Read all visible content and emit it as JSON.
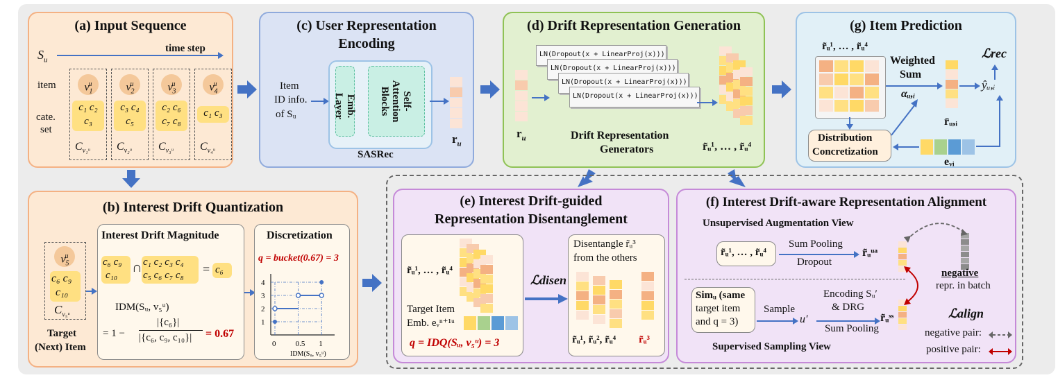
{
  "panels": {
    "a": {
      "title": "(a) Input Sequence",
      "su": "S",
      "su_sub": "u",
      "time_step": "time step",
      "item": "item",
      "cate1": "cate.",
      "cate2": "set",
      "groups": [
        {
          "v": "v",
          "vsup": "u",
          "vsub": "1",
          "cats": [
            "c₁ c₂",
            "c₃"
          ],
          "C": "C",
          "Csub": "v₁ᵘ"
        },
        {
          "v": "v",
          "vsup": "u",
          "vsub": "2",
          "cats": [
            "c₃ c₄",
            "c₅"
          ],
          "C": "C",
          "Csub": "v₂ᵘ"
        },
        {
          "v": "v",
          "vsup": "u",
          "vsub": "3",
          "cats": [
            "c₂ c₆",
            "c₇ c₈"
          ],
          "C": "C",
          "Csub": "v₃ᵘ"
        },
        {
          "v": "v",
          "vsup": "u",
          "vsub": "4",
          "cats": [
            "c₁ c₃"
          ],
          "C": "C",
          "Csub": "v₄ᵘ"
        }
      ]
    },
    "b": {
      "title": "(b) Interest Drift Quantization",
      "target1": "Target",
      "target2": "(Next) Item",
      "v5cats": [
        "c₆ c₉",
        "c₁₀"
      ],
      "C5": "C",
      "C5sub": "v₅ᵘ",
      "idm_title": "Interest Drift Magnitude",
      "set1": [
        "c₆ c₉",
        "c₁₀"
      ],
      "cap": "∩",
      "set2": [
        "c₁ c₂ c₃ c₄",
        "c₅ c₆ c₇ c₈"
      ],
      "eq": "=",
      "result": "c₆",
      "idm_line": "IDM(Sᵤ, v₅ᵘ)",
      "frac_num": "|{c₆}|",
      "frac_den": "|{c₆, c₉, c₁₀}|",
      "eq_prefix": "= 1 −",
      "eq_value": "= 0.67",
      "disc_title": "Discretization",
      "disc_formula": "q = bucket(0.67) = 3",
      "yticks": [
        "1",
        "2",
        "3",
        "4"
      ],
      "xticks": [
        "0",
        "0.5",
        "1"
      ],
      "xlabel": "IDM(Sᵤ, v₅ᵘ)"
    },
    "c": {
      "title1": "(c) User Representation",
      "title2": "Encoding",
      "in1": "Item",
      "in2": "ID info.",
      "in3": "of Sᵤ",
      "emb": "Emb. Layer",
      "sa1": "Self-",
      "sa2": "Attention",
      "sa3": "Blocks",
      "sasrec": "SASRec",
      "ru": "r",
      "ru_sub": "u"
    },
    "d": {
      "title": "(d) Drift Representation Generation",
      "ln": "LN(Dropout(x + LinearProj(x)))",
      "gen1": "Drift Representation",
      "gen2": "Generators",
      "ru": "r",
      "ru_sub": "u",
      "out": "r̃ᵤ¹, … , r̃ᵤ⁴"
    },
    "g": {
      "title": "(g) Item Prediction",
      "in": "r̃ᵤ¹, … , r̃ᵤ⁴",
      "ws1": "Weighted",
      "ws2": "Sum",
      "alpha": "αᵤ,ᵢ",
      "rbar": "r̄ᵤ,ᵢ",
      "yhat": "ŷᵤ,ᵢ",
      "lrec": "ℒrec",
      "dc1": "Distribution",
      "dc2": "Concretization",
      "ev": "eᵥᵢ"
    },
    "e": {
      "title1": "(e) Interest Drift-guided",
      "title2": "Representation Disentanglement",
      "in": "r̃ᵤ¹, … , r̃ᵤ⁴",
      "target1": "Target Item",
      "target2": "Emb. eᵥⁿ⁺¹ᵘ",
      "q": "q = IDQ(Sᵤ, v₅ᵘ) = 3",
      "ldisen": "ℒdisen",
      "dis1": "Disentangle r̃ᵤ³",
      "dis2": "from the others",
      "out1": "r̃ᵤ¹, r̃ᵤ², r̃ᵤ⁴",
      "out2": "r̃ᵤ³"
    },
    "f": {
      "title": "(f) Interest Drift-aware Representation Alignment",
      "unsup": "Unsupervised Augmentation View",
      "in": "r̃ᵤ¹, … , r̃ᵤ⁴",
      "sp": "Sum Pooling",
      "dropout": "Dropout",
      "rua": "r̃ᵤᵘᵃ",
      "neg1": "negative",
      "neg2": "repr. in batch",
      "sim1": "Simᵤ (same",
      "sim2": "target item",
      "sim3": "and q = 3)",
      "sample": "Sample",
      "uprime": "u′",
      "enc1": "Encoding Sᵤ′",
      "enc2": "& DRG",
      "sp2": "Sum Pooling",
      "rss": "r̃ᵤˢˢ",
      "sup": "Supervised Sampling View",
      "lalign": "ℒalign",
      "negpair": "negative pair:",
      "pospair": "positive pair:"
    }
  },
  "colors": {
    "orange_bg": "#fde9d4",
    "orange_border": "#f4b183",
    "blue_bg": "#dbe3f4",
    "blue_border": "#8faadc",
    "green_bg": "#e2f0d0",
    "green_border": "#8fc255",
    "purple_bg": "#f1e3f7",
    "purple_border": "#c58ad8",
    "arrow": "#4472c4",
    "gbox_bg": "#e1f0f7",
    "gbox_border": "#9dc3e6"
  }
}
